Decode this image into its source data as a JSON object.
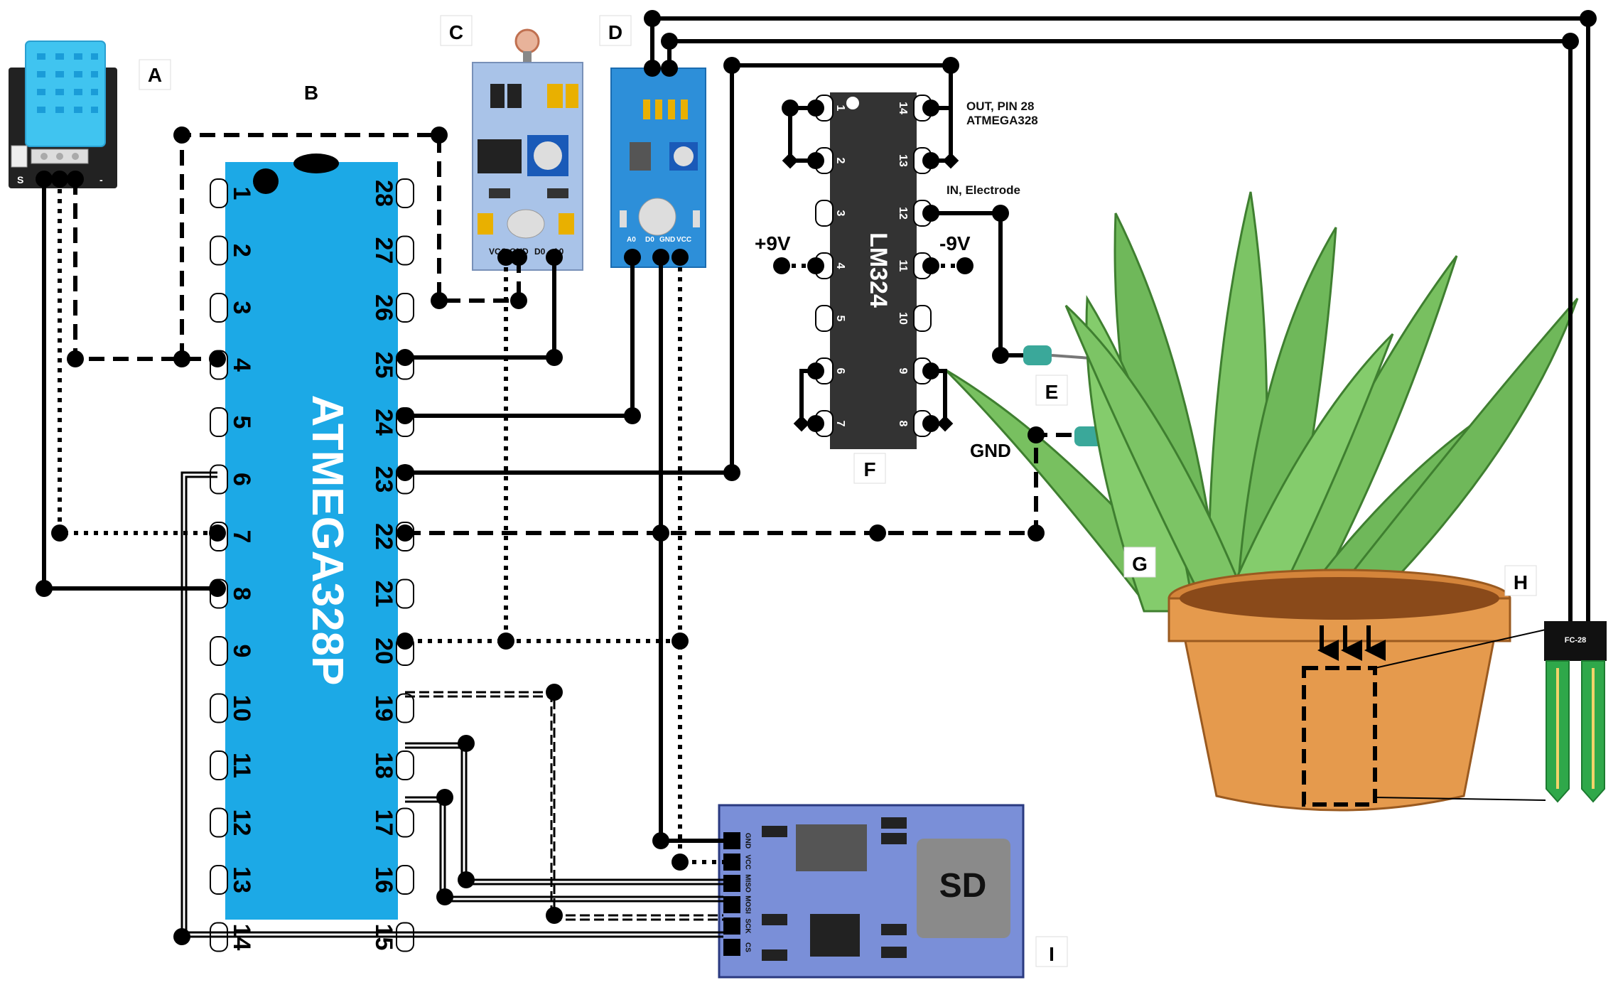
{
  "labels": {
    "A": "A",
    "B": "B",
    "C": "C",
    "D": "D",
    "E": "E",
    "F": "F",
    "G": "G",
    "H": "H",
    "I": "I"
  },
  "mcu": {
    "name": "ATMEGA328P",
    "left_pins": [
      "1",
      "2",
      "3",
      "4",
      "5",
      "6",
      "7",
      "8",
      "9",
      "10",
      "11",
      "12",
      "13",
      "14"
    ],
    "right_pins": [
      "28",
      "27",
      "26",
      "25",
      "24",
      "23",
      "22",
      "21",
      "20",
      "19",
      "18",
      "17",
      "16",
      "15"
    ]
  },
  "opamp": {
    "name": "LM324",
    "left_pins": [
      "1",
      "2",
      "3",
      "4",
      "5",
      "6",
      "7"
    ],
    "right_pins": [
      "14",
      "13",
      "12",
      "11",
      "10",
      "9",
      "8"
    ],
    "out_label_line1": "OUT, PIN 28",
    "out_label_line2": "ATMEGA328",
    "in_label": "IN, Electrode",
    "vplus": "+9V",
    "vminus": "-9V"
  },
  "ldr_module": {
    "pins": [
      "VCC",
      "GND",
      "D0",
      "A0"
    ]
  },
  "sound_module": {
    "pins": [
      "A0",
      "D0",
      "GND",
      "VCC"
    ]
  },
  "dht_module": {
    "pins": [
      "S",
      "",
      "-"
    ]
  },
  "electrode": {
    "gnd_label": "GND"
  },
  "soil_sensor": {
    "model": "FC-28"
  },
  "sd_module": {
    "pins": [
      "GND",
      "VCC",
      "MISO",
      "MOSI",
      "SCK",
      "CS"
    ],
    "label": "SD"
  },
  "colors": {
    "mcu": "#1ca9e6",
    "module_blue": "#2d8fd9",
    "ldr_board": "#a9c3e8",
    "sd_board": "#7a8fd8",
    "dht_body": "#40c4f0",
    "plant_green": "#6fb85a",
    "pot": "#e59a4d",
    "wire": "#000000"
  }
}
